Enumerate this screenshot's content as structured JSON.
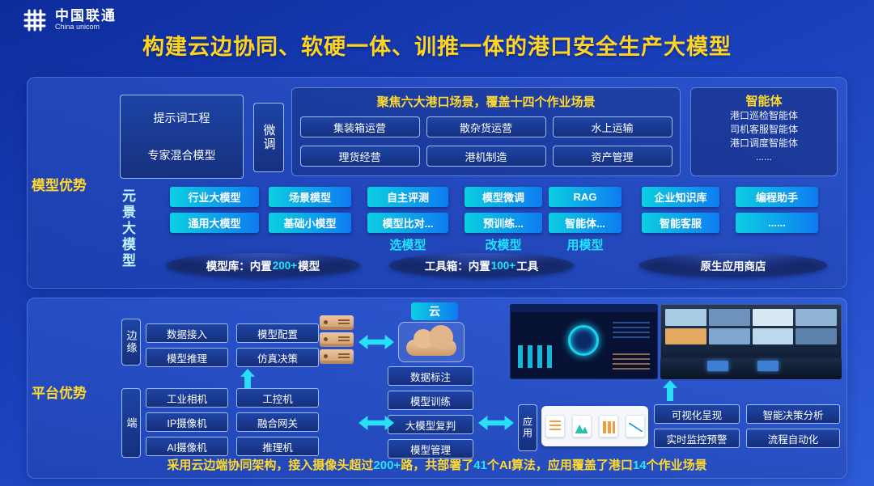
{
  "brand": {
    "name": "中国联通",
    "sub": "China unicom"
  },
  "title": "构建云边协同、软硬一体、训推一体的港口安全生产大模型",
  "model": {
    "label": "模型优势",
    "prompt_line1": "提示词工程",
    "prompt_line2": "专家混合模型",
    "finetune": "微调",
    "scene_title": "聚焦六大港口场景，覆盖十四个作业场景",
    "scenes": [
      "集装箱运营",
      "散杂货运营",
      "水上运输",
      "理货经营",
      "港机制造",
      "资产管理"
    ],
    "agent_title": "智能体",
    "agents": [
      "港口巡检智能体",
      "司机客服智能体",
      "港口调度智能体",
      "......"
    ],
    "yuanjing": "元景大模型",
    "row1": [
      "行业大模型",
      "场景模型",
      "自主评测",
      "模型微调",
      "RAG",
      "企业知识库",
      "编程助手"
    ],
    "row2": [
      "通用大模型",
      "基础小模型",
      "模型比对...",
      "预训练...",
      "智能体...",
      "智能客服",
      "......"
    ],
    "sublabels": [
      "选模型",
      "改模型",
      "用模型"
    ],
    "pill1": {
      "prefix": "模型库：内置",
      "num": "200+",
      "suffix": "模型"
    },
    "pill2": {
      "prefix": "工具箱：内置",
      "num": "100+",
      "suffix": "工具"
    },
    "pill3": "原生应用商店"
  },
  "platform": {
    "label": "平台优势",
    "edge_label": "边缘",
    "edge_buttons": [
      "数据接入",
      "模型配置",
      "模型推理",
      "仿真决策"
    ],
    "terminal_label": "端",
    "terminal_buttons": [
      "工业相机",
      "工控机",
      "IP摄像机",
      "融合网关",
      "AI摄像机",
      "推理机"
    ],
    "cloud_label": "云",
    "cloud_buttons": [
      "数据标注",
      "模型训练",
      "大模型复判",
      "模型管理"
    ],
    "app_label": "应用",
    "app_buttons": [
      "可视化呈现",
      "智能决策分析",
      "实时监控预警",
      "流程自动化"
    ],
    "footer": {
      "p1": "采用云边端协同架构，接入摄像头超过",
      "n1": "200+",
      "p2": "路，共部署了",
      "n2": "41",
      "p3": "个AI算法，应用覆盖了港口",
      "n3": "14",
      "p4": "个作业场景"
    }
  }
}
